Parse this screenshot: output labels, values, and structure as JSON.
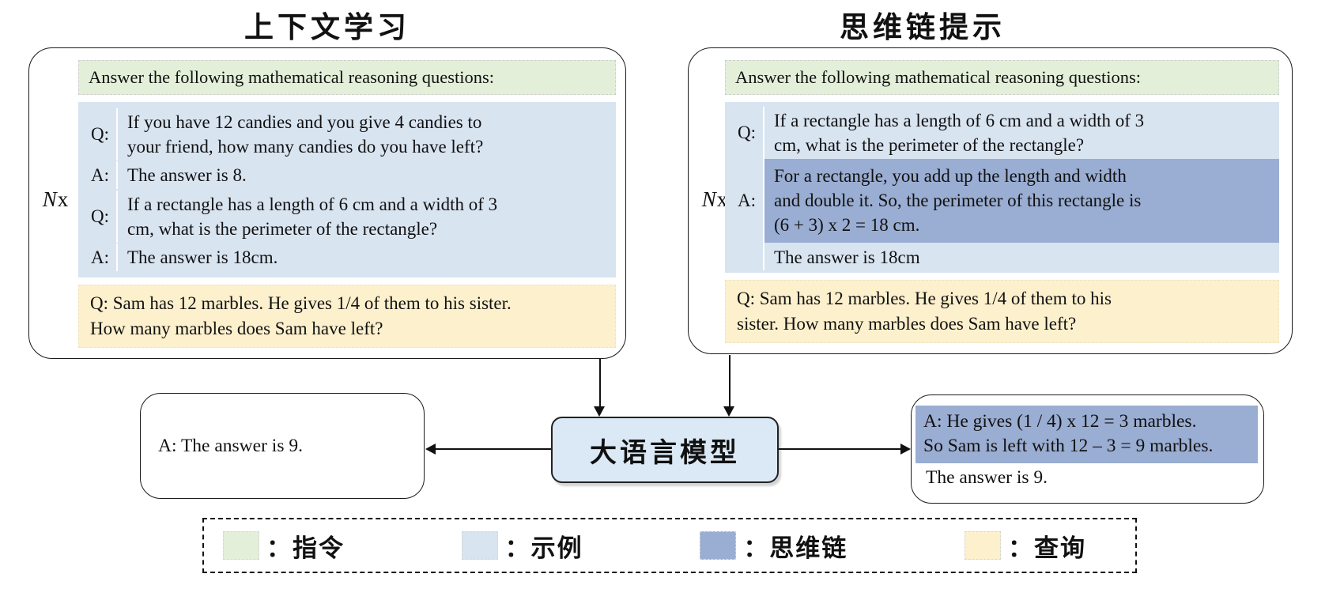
{
  "figure": {
    "left_title": "上下文学习",
    "right_title": "思维链提示",
    "repeat_label_n": "N",
    "repeat_label_x": "x",
    "instruction": "Answer the following mathematical reasoning questions:",
    "icl": {
      "examples": [
        {
          "label": "Q:",
          "text": "If you have 12 candies and you give 4 candies to\nyour friend, how many candies do you have left?"
        },
        {
          "label": "A:",
          "text": "The answer is 8."
        },
        {
          "label": "Q:",
          "text": "If a rectangle has a length of 6 cm and a width of 3\ncm, what is the perimeter of the rectangle?"
        },
        {
          "label": "A:",
          "text": "The answer is 18cm."
        }
      ],
      "query": "Q: Sam has 12 marbles. He gives 1/4 of them to his sister.\nHow many marbles does Sam have left?",
      "output": "A: The answer is 9."
    },
    "cot": {
      "example_question_label": "Q:",
      "example_question": "If a rectangle has a length of 6 cm and a width of 3\ncm, what is the perimeter of the rectangle?",
      "example_answer_label": "A:",
      "example_cot": "For a rectangle, you add up the length and width\nand double it. So, the perimeter of this rectangle is\n(6 + 3) x 2 = 18 cm.",
      "example_answer": "The answer is 18cm",
      "query": "Q: Sam has 12 marbles. He gives 1/4 of them to his\nsister. How many marbles does Sam have left?",
      "output_cot": "A: He gives (1 / 4) x 12 = 3 marbles.\nSo Sam is left with 12 – 3 = 9 marbles.",
      "output_answer": "The answer is 9."
    },
    "llm_label": "大语言模型",
    "legend": [
      {
        "name": "instruction",
        "color": "#e3efd9",
        "label": "：指令"
      },
      {
        "name": "example",
        "color": "#d9e4f1",
        "label": "：示例"
      },
      {
        "name": "chain-of-thought",
        "color": "#9aadd2",
        "label": "：思维链"
      },
      {
        "name": "query",
        "color": "#fdf0cd",
        "label": "：查询"
      }
    ],
    "colors": {
      "instruction": "#e3efd9",
      "example": "#d9e4f1",
      "chain_of_thought": "#9aadd2",
      "query": "#fdf0cd",
      "llm": "#dbe9f6"
    }
  }
}
